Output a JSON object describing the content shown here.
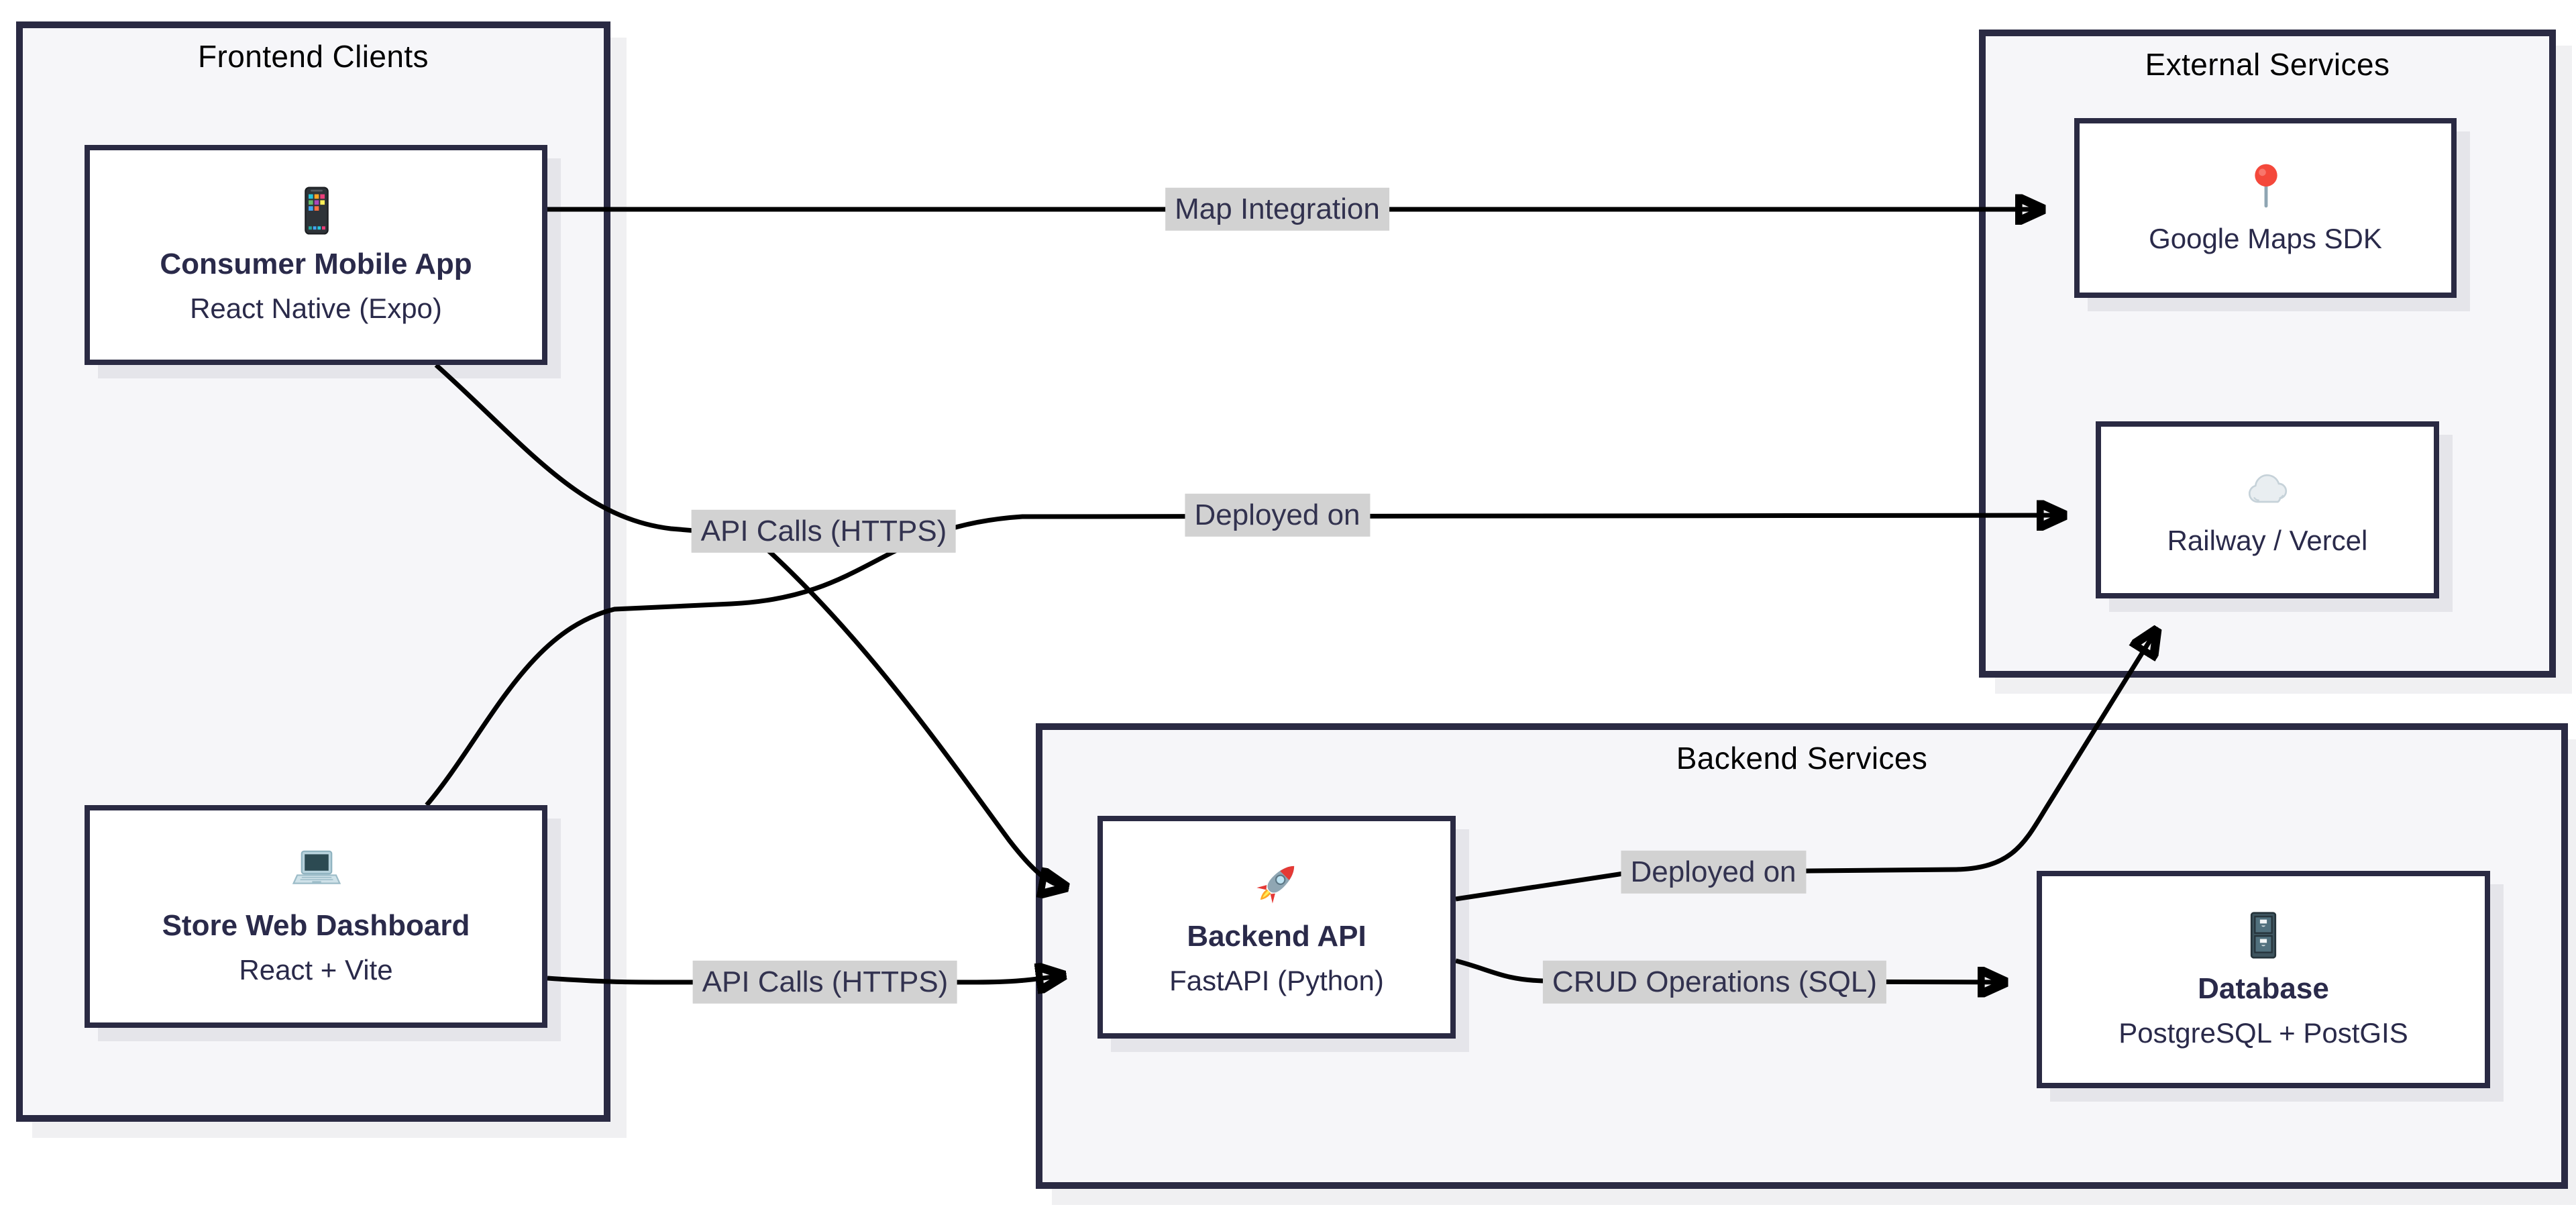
{
  "diagram": {
    "kind": "architecture-flowchart",
    "colors": {
      "page_background": "#ffffff",
      "container_fill": "#f6f6f9",
      "container_border": "#2a2a43",
      "container_title_text": "#000000",
      "node_fill": "#ffffff",
      "node_border": "#2a2a43",
      "node_text": "#2a2a4a",
      "edge_stroke": "#000000",
      "edge_label_background": "#d2d2d2",
      "edge_label_text": "#32324f"
    },
    "containers": [
      {
        "id": "frontend",
        "title": "Frontend Clients"
      },
      {
        "id": "external",
        "title": "External Services"
      },
      {
        "id": "backend",
        "title": "Backend Services"
      }
    ],
    "nodes": [
      {
        "id": "mobile",
        "container": "frontend",
        "icon": "mobile-phone",
        "title": "Consumer Mobile App",
        "subtitle": "React Native (Expo)"
      },
      {
        "id": "store",
        "container": "frontend",
        "icon": "laptop",
        "title": "Store Web Dashboard",
        "subtitle": "React + Vite"
      },
      {
        "id": "gmaps",
        "container": "external",
        "icon": "round-pushpin",
        "title": "Google Maps SDK",
        "subtitle": ""
      },
      {
        "id": "railway",
        "container": "external",
        "icon": "cloud",
        "title": "Railway / Vercel",
        "subtitle": ""
      },
      {
        "id": "api",
        "container": "backend",
        "icon": "rocket",
        "title": "Backend API",
        "subtitle": "FastAPI (Python)"
      },
      {
        "id": "db",
        "container": "backend",
        "icon": "file-cabinet",
        "title": "Database",
        "subtitle": "PostgreSQL + PostGIS"
      }
    ],
    "edges": [
      {
        "from": "mobile",
        "to": "gmaps",
        "label": "Map Integration"
      },
      {
        "from": "mobile",
        "to": "api",
        "label": "API Calls (HTTPS)"
      },
      {
        "from": "store",
        "to": "railway",
        "label": "Deployed on"
      },
      {
        "from": "store",
        "to": "api",
        "label": "API Calls (HTTPS)"
      },
      {
        "from": "api",
        "to": "railway",
        "label": "Deployed on"
      },
      {
        "from": "api",
        "to": "db",
        "label": "CRUD Operations (SQL)"
      }
    ]
  }
}
